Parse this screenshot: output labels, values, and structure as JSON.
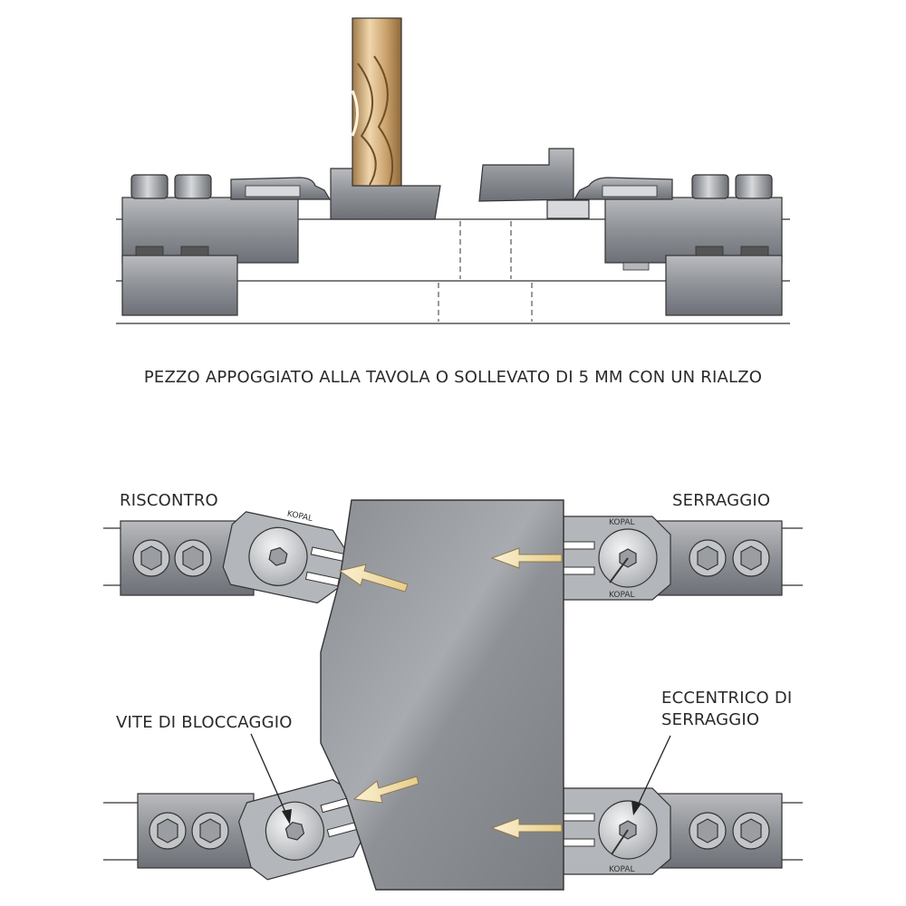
{
  "caption": "PEZZO APPOGGIATO ALLA TAVOLA O SOLLEVATO DI 5 MM CON UN RIALZO",
  "labels": {
    "riscontro": "RISCONTRO",
    "serraggio": "SERRAGGIO",
    "vite_bloccaggio": "VITE DI BLOCCAGGIO",
    "eccentrico_line1": "ECCENTRICO DI",
    "eccentrico_line2": "SERRAGGIO"
  },
  "brand": "KOPAL",
  "colors": {
    "steel": "#8d9096",
    "steel_dark": "#6f7278",
    "steel_light": "#c7c9cd",
    "tool_gold": "#d8b98a",
    "arrow_fill": "#f3dfae",
    "outline": "#333333"
  },
  "icons": [
    "end-mill-icon",
    "hex-bolt-icon",
    "eccentric-cam-icon",
    "force-arrow-icon"
  ]
}
